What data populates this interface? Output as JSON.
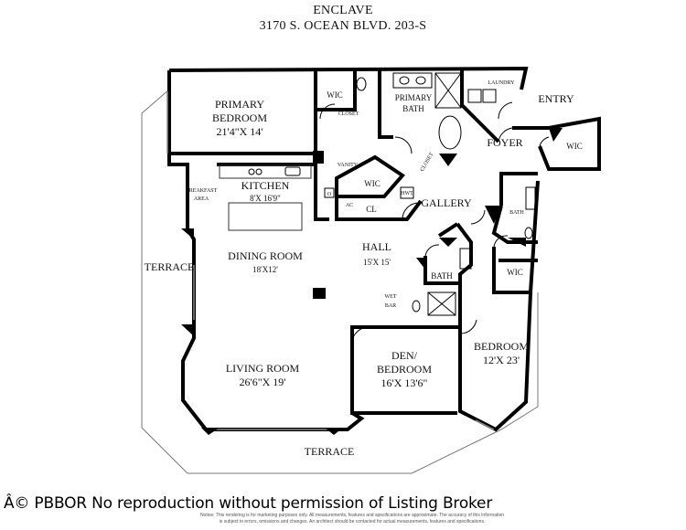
{
  "header": {
    "title": "ENCLAVE",
    "address": "3170 S. OCEAN BLVD. 203-S"
  },
  "rooms": {
    "primary_bedroom": {
      "name_1": "PRIMARY",
      "name_2": "BEDROOM",
      "size": "21'4\"X 14'"
    },
    "wic_primary": "WIC",
    "closet": "CLOSET",
    "primary_bath": {
      "name_1": "PRIMARY",
      "name_2": "BATH"
    },
    "laundry": "LAUNDRY",
    "entry": "ENTRY",
    "foyer": "FOYER",
    "wic_foyer": "WIC",
    "closet_diag": "CLOSET",
    "vanity": "VANITY",
    "wic_mid": "WIC",
    "kitchen": {
      "name": "KITCHEN",
      "size": "8'X 16'9\""
    },
    "breakfast": {
      "name_1": "BREAKFAST",
      "name_2": "AREA"
    },
    "o_label": "O",
    "dw_label": "DW",
    "ac": "AC",
    "cl": "CL",
    "hwt": "HWT",
    "gallery": "GALLERY",
    "bath_right": "BATH",
    "wic_right": "WIC",
    "dining": {
      "name": "DINING ROOM",
      "size": "18'X12'"
    },
    "hall": {
      "name": "HALL",
      "size": "15'X 15'"
    },
    "bath_hall": "BATH",
    "wet_bar": {
      "name_1": "WET",
      "name_2": "BAR"
    },
    "terrace_left": "TERRACE",
    "den": {
      "name_1": "DEN/",
      "name_2": "BEDROOM",
      "size": "16'X 13'6\""
    },
    "bedroom": {
      "name": "BEDROOM",
      "size": "12'X 23'"
    },
    "living": {
      "name": "LIVING ROOM",
      "size": "26'6\"X 19'"
    },
    "terrace_bottom": "TERRACE"
  },
  "footer": {
    "copyright": "Â© PBBOR No reproduction without permission of Listing Broker",
    "notice_1": "Notice: This rendering is for marketing purposes only. All measurements, features and specifications are approximate. The accuracy of this information",
    "notice_2": "is subject to errors, omissions and changes. An architect should be contacted for actual measurements, features and specifications."
  }
}
